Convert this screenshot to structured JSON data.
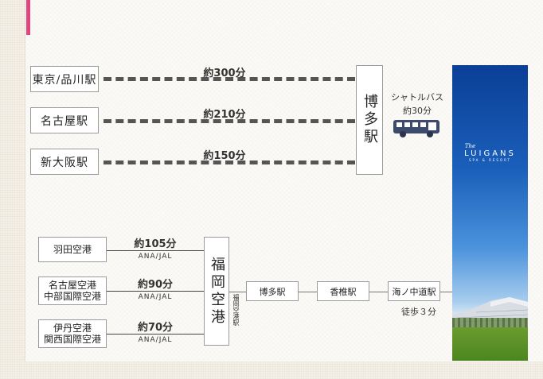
{
  "rail": {
    "origins": [
      {
        "label": "東京/品川駅",
        "time": "約300分"
      },
      {
        "label": "名古屋駅",
        "time": "約210分"
      },
      {
        "label": "新大阪駅",
        "time": "約150分"
      }
    ],
    "hub": "博多駅",
    "shuttle": {
      "label": "シャトルバス",
      "time": "約30分"
    }
  },
  "air": {
    "origins": [
      {
        "line1": "羽田空港",
        "line2": "",
        "time": "約105分",
        "airline": "ANA/JAL"
      },
      {
        "line1": "名古屋空港",
        "line2": "中部国際空港",
        "time": "約90分",
        "airline": "ANA/JAL"
      },
      {
        "line1": "伊丹空港",
        "line2": "関西国際空港",
        "time": "約70分",
        "airline": "ANA/JAL"
      }
    ],
    "airport": "福岡空港",
    "airport_station": "福岡空港駅",
    "route": [
      "博多駅",
      "香椎駅",
      "海ノ中道駅"
    ],
    "walk": "徒歩３分"
  },
  "hotel": {
    "logo_the": "The",
    "logo_name": "LUIGANS",
    "logo_sub": "SPA & RESORT"
  },
  "colors": {
    "accent": "#e0457f",
    "line": "#555555"
  },
  "icons": {
    "bus": "bus-icon"
  }
}
